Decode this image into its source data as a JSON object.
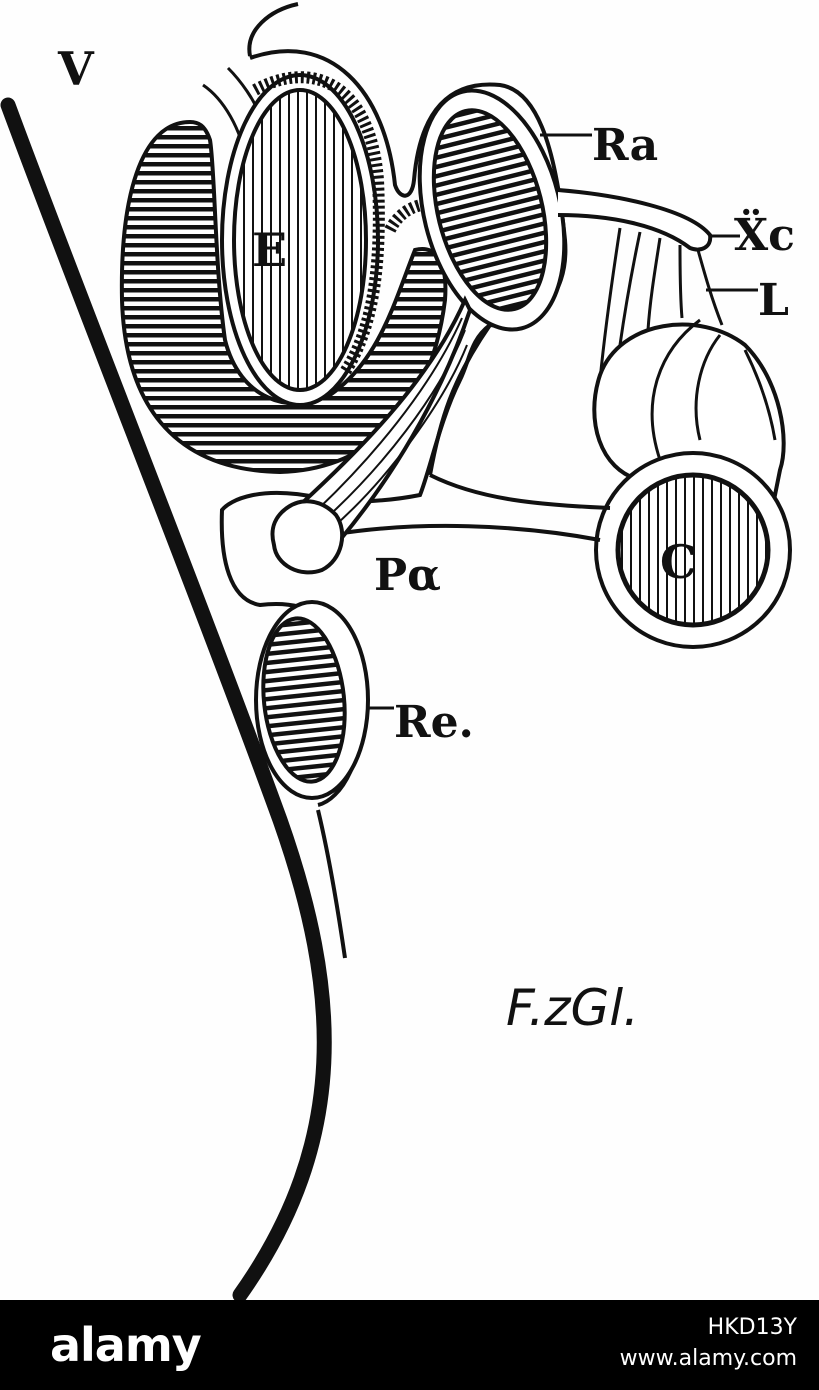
{
  "figure": {
    "labels": {
      "V": "V",
      "E": "E",
      "Ra": "Ra",
      "Xc": "Ẍc",
      "L": "L",
      "Pa": "Pα",
      "C": "C",
      "Re": "Re."
    },
    "signature": "F.zGl."
  },
  "watermark": {
    "brand": "alamy",
    "image_id": "HKD13Y",
    "site": "www.alamy.com"
  }
}
